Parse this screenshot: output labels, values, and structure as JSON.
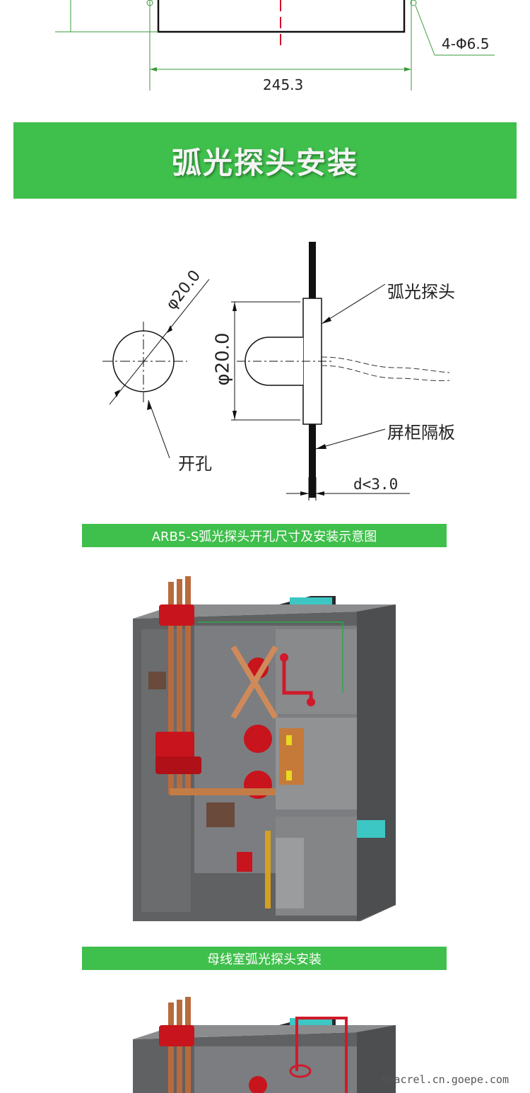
{
  "top_drawing": {
    "width_dim": "245.3",
    "hole_spec": "4-Φ6.5"
  },
  "section_banner": {
    "title": "弧光探头安装"
  },
  "probe_drawing": {
    "hole_dia_label": "φ20.0",
    "probe_dia_label": "φ20.0",
    "probe_label": "弧光探头",
    "panel_label": "屏柜隔板",
    "hole_label": "开孔",
    "thickness_label": "d<3.0"
  },
  "captions": {
    "probe_install": "ARB5-S弧光探头开孔尺寸及安装示意图",
    "busbar_install": "母线室弧光探头安装"
  },
  "colors": {
    "banner_green": "#3fbf4b",
    "cabinet_gray": "#6e7072",
    "busbar_copper": "#b86a3c",
    "ct_red": "#c8141c",
    "accent_cyan": "#3cc7c4"
  },
  "watermark": {
    "site": "shacrel.cn.goepe.com"
  }
}
